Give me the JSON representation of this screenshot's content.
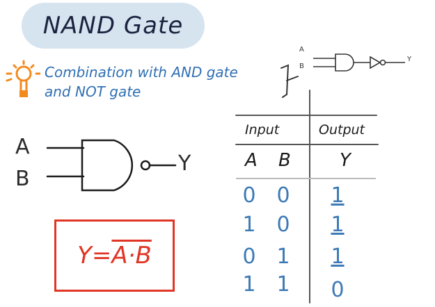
{
  "title": "NAND Gate",
  "tip": {
    "line1": "Combination with AND gate",
    "line2": "and NOT gate"
  },
  "gate": {
    "input_a": "A",
    "input_b": "B",
    "output": "Y"
  },
  "mini_gate": {
    "input_a": "A",
    "input_b": "B",
    "output": "Y"
  },
  "formula": {
    "lhs": "Y=",
    "rhs": "A·B"
  },
  "truth_table": {
    "header_input": "Input",
    "header_output": "Output",
    "col_a": "A",
    "col_b": "B",
    "col_y": "Y",
    "rows": [
      {
        "a": "0",
        "b": "0",
        "y": "1"
      },
      {
        "a": "1",
        "b": "0",
        "y": "1"
      },
      {
        "a": "0",
        "b": "1",
        "y": "1"
      },
      {
        "a": "1",
        "b": "1",
        "y": "0"
      }
    ]
  },
  "colors": {
    "title_pill": "#d6e4f0",
    "tip_text": "#2f6fb3",
    "bulb": "#f28a1e",
    "formula": "#e03524",
    "table_values": "#3d7ab5"
  }
}
